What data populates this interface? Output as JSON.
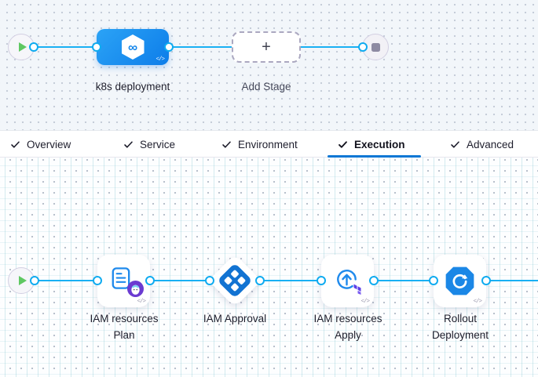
{
  "icons": {
    "check": "✓",
    "plus": "+",
    "code": "</>",
    "infinity": "∞"
  },
  "colors": {
    "pipeline_line_blue": "#19B0F3",
    "stage_node_blue": "#1690EE",
    "active_tab_underline": "#0B77D4",
    "play_green": "#5FC862",
    "step_icon_blue": "#1F8AEC",
    "approval_blue": "#1273D2",
    "badge_purple": "#6B3BD1",
    "terraform_purple": "#5C3EE8",
    "stop_gray": "#8D8AA2"
  },
  "stage_pipeline": {
    "stage_label": "k8s deployment",
    "add_stage_label": "Add Stage"
  },
  "tabs": [
    {
      "label": "Overview",
      "checked": true,
      "active": false
    },
    {
      "label": "Service",
      "checked": true,
      "active": false
    },
    {
      "label": "Environment",
      "checked": true,
      "active": false
    },
    {
      "label": "Execution",
      "checked": true,
      "active": true
    },
    {
      "label": "Advanced",
      "checked": true,
      "active": false
    }
  ],
  "execution_pipeline": {
    "steps": [
      {
        "line1": "IAM resources",
        "line2": "Plan"
      },
      {
        "line1": "IAM Approval",
        "line2": ""
      },
      {
        "line1": "IAM resources",
        "line2": "Apply"
      },
      {
        "line1": "Rollout",
        "line2": "Deployment"
      }
    ]
  }
}
